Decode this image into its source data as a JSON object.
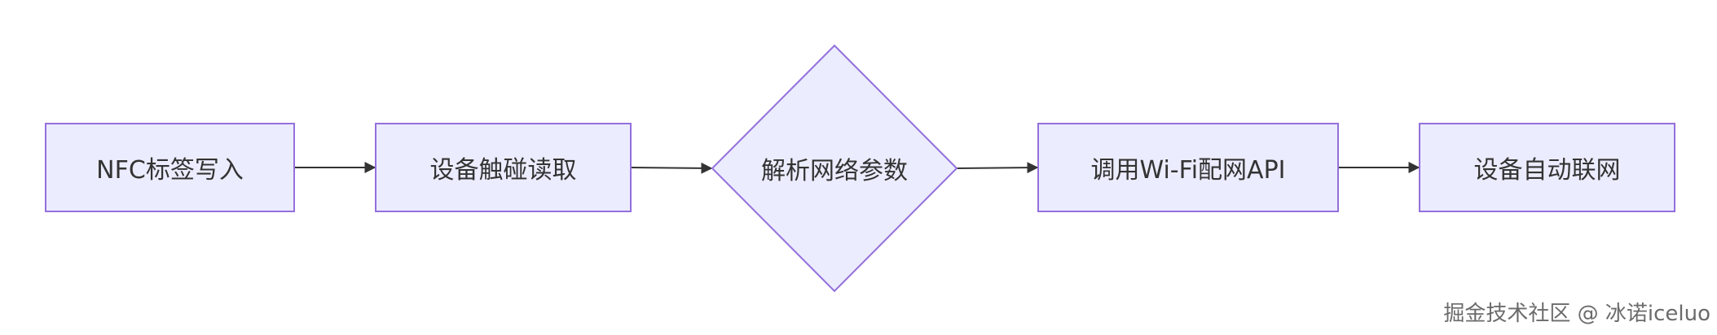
{
  "diagram": {
    "nodes": [
      {
        "id": "n1",
        "shape": "rect",
        "label": "NFC标签写入"
      },
      {
        "id": "n2",
        "shape": "rect",
        "label": "设备触碰读取"
      },
      {
        "id": "n3",
        "shape": "diamond",
        "label": "解析网络参数"
      },
      {
        "id": "n4",
        "shape": "rect",
        "label": "调用Wi-Fi配网API"
      },
      {
        "id": "n5",
        "shape": "rect",
        "label": "设备自动联网"
      }
    ],
    "edges": [
      {
        "from": "n1",
        "to": "n2"
      },
      {
        "from": "n2",
        "to": "n3"
      },
      {
        "from": "n3",
        "to": "n4"
      },
      {
        "from": "n4",
        "to": "n5"
      }
    ],
    "colors": {
      "node_fill": "#ececff",
      "node_stroke": "#9370db",
      "edge": "#333333",
      "text": "#333333"
    }
  },
  "watermark": "掘金技术社区 @ 冰诺iceluo"
}
